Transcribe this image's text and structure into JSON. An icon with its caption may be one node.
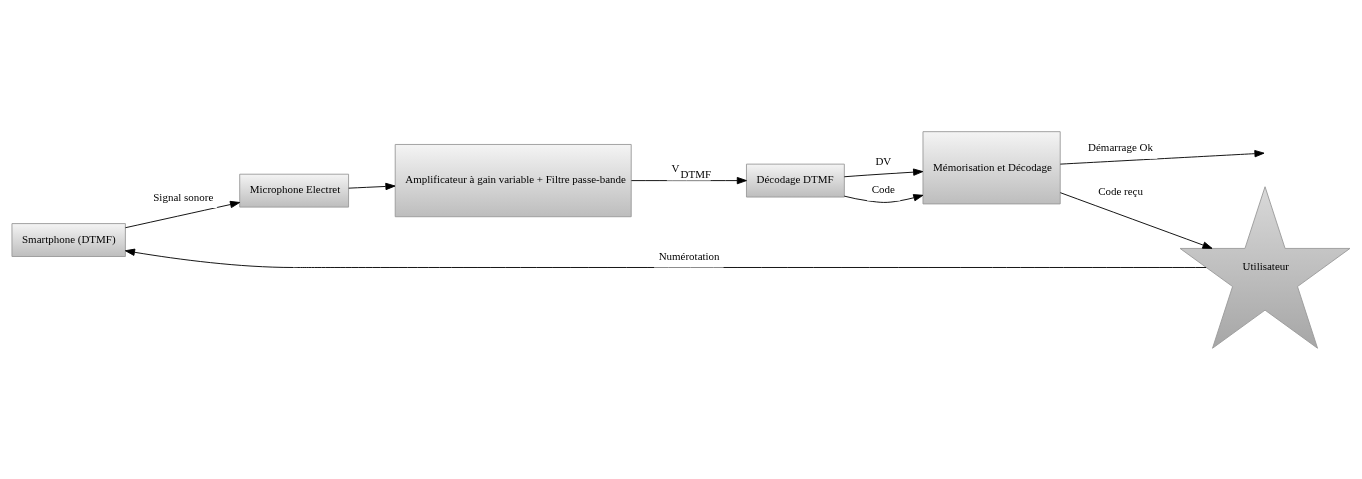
{
  "diagram": {
    "nodes": [
      {
        "text": [
          "Smartphone (DTMF)"
        ]
      },
      {
        "text": [
          "Microphone Electret"
        ]
      },
      {
        "text": [
          "Amplificateur à gain variable + Filtre passe-bande"
        ]
      },
      {
        "text": [
          "Décodage DTMF"
        ]
      },
      {
        "text": [
          "Mémorisation et Décodage"
        ]
      },
      {
        "text": [
          "Utilisateur"
        ]
      }
    ],
    "edges": [
      {
        "from": 0,
        "to": 1,
        "arrow": "to",
        "label": "Signal sonore"
      },
      {
        "from": 1,
        "to": 2,
        "arrow": "to"
      },
      {
        "from": 2,
        "to": 3,
        "arrow": "to",
        "label": "V$_{DTMF}$"
      },
      {
        "from": 3,
        "to": 4,
        "arrow": "to",
        "label": "Code"
      },
      {
        "from": 3,
        "to": 4,
        "arrow": "to",
        "label": "DV"
      },
      {
        "from": 4,
        "to": null,
        "arrow": "to",
        "label": "Démarrage Ok"
      },
      {
        "from": 4,
        "to": 5,
        "arrow": "to",
        "label": "Code reçu"
      },
      {
        "from": 5,
        "to": 0,
        "arrow": "to",
        "label": "Numérotation"
      }
    ]
  }
}
